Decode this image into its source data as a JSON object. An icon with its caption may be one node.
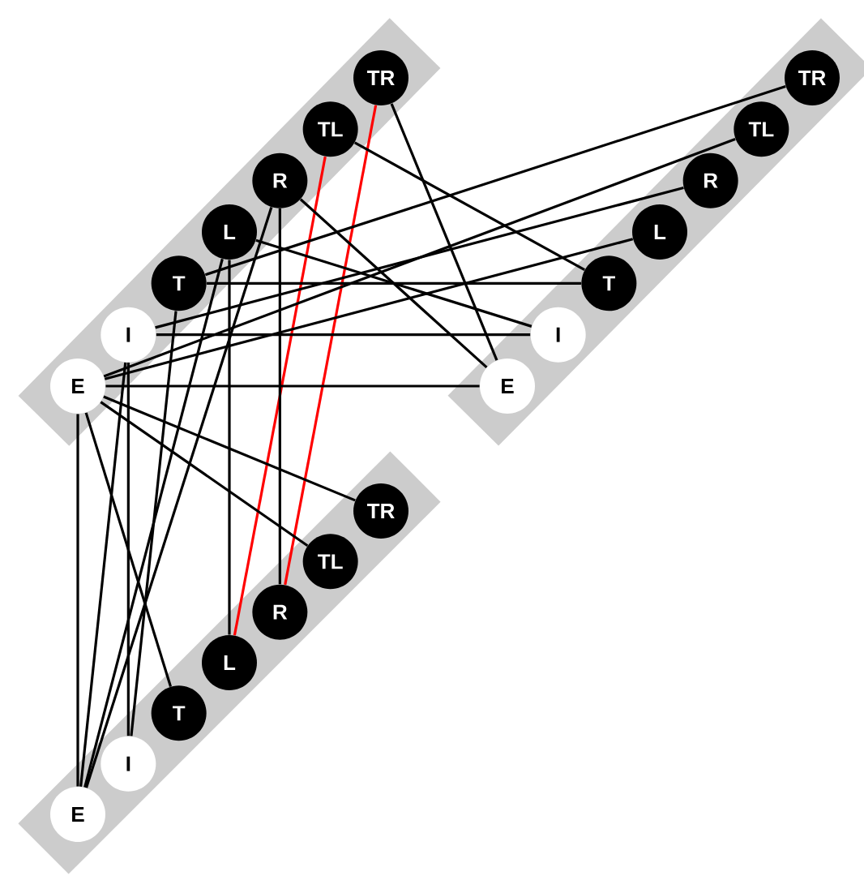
{
  "diagram": {
    "nodes": [
      {
        "text": [],
        "shape": "bar"
      },
      {
        "text": [
          "E"
        ],
        "in": 0
      },
      {
        "text": [
          "I"
        ],
        "in": 0
      },
      {
        "text": [
          "T"
        ],
        "in": 0
      },
      {
        "text": [
          "L"
        ],
        "in": 0
      },
      {
        "text": [
          "R"
        ],
        "in": 0
      },
      {
        "text": [
          "TL"
        ],
        "in": 0
      },
      {
        "text": [
          "TR"
        ],
        "in": 0
      },
      {
        "text": [],
        "shape": "bar"
      },
      {
        "text": [
          "E"
        ],
        "in": 8
      },
      {
        "text": [
          "I"
        ],
        "in": 8
      },
      {
        "text": [
          "T"
        ],
        "in": 8
      },
      {
        "text": [
          "L"
        ],
        "in": 8
      },
      {
        "text": [
          "R"
        ],
        "in": 8
      },
      {
        "text": [
          "TL"
        ],
        "in": 8
      },
      {
        "text": [
          "TR"
        ],
        "in": 8
      },
      {
        "text": [],
        "shape": "bar"
      },
      {
        "text": [
          "E"
        ],
        "in": 16
      },
      {
        "text": [
          "I"
        ],
        "in": 16
      },
      {
        "text": [
          "T"
        ],
        "in": 16
      },
      {
        "text": [
          "L"
        ],
        "in": 16
      },
      {
        "text": [
          "R"
        ],
        "in": 16
      },
      {
        "text": [
          "TL"
        ],
        "in": 16
      },
      {
        "text": [
          "TR"
        ],
        "in": 16
      }
    ],
    "edges": [
      {
        "from": 6,
        "to": 20,
        "arrow": "none",
        "color": "#ff0000"
      },
      {
        "from": 7,
        "to": 21,
        "arrow": "none",
        "color": "#ff0000"
      },
      {
        "from": 7,
        "to": 9,
        "arrow": "none"
      },
      {
        "from": 6,
        "to": 11,
        "arrow": "none"
      },
      {
        "from": 5,
        "to": 9,
        "arrow": "none"
      },
      {
        "from": 5,
        "to": 21,
        "arrow": "none"
      },
      {
        "from": 4,
        "to": 20,
        "arrow": "none"
      },
      {
        "from": 5,
        "to": 17,
        "arrow": "none"
      },
      {
        "from": 4,
        "to": 17,
        "arrow": "none"
      },
      {
        "from": 3,
        "to": 18,
        "arrow": "none"
      },
      {
        "from": 2,
        "to": 18,
        "arrow": "none"
      },
      {
        "from": 2,
        "to": 17,
        "arrow": "none"
      },
      {
        "from": 1,
        "to": 17,
        "arrow": "none"
      },
      {
        "from": 1,
        "to": 19,
        "arrow": "none"
      },
      {
        "from": 1,
        "to": 22,
        "arrow": "none"
      },
      {
        "from": 1,
        "to": 23,
        "arrow": "none"
      },
      {
        "from": 1,
        "to": 9,
        "arrow": "none"
      },
      {
        "from": 1,
        "to": 12,
        "arrow": "none"
      },
      {
        "from": 1,
        "to": 14,
        "arrow": "none"
      },
      {
        "from": 2,
        "to": 13,
        "arrow": "none"
      },
      {
        "from": 3,
        "to": 15,
        "arrow": "none"
      },
      {
        "from": 3,
        "to": 11,
        "arrow": "none"
      },
      {
        "from": 2,
        "to": 10,
        "arrow": "none"
      },
      {
        "from": 4,
        "to": 10,
        "arrow": "none"
      }
    ]
  }
}
